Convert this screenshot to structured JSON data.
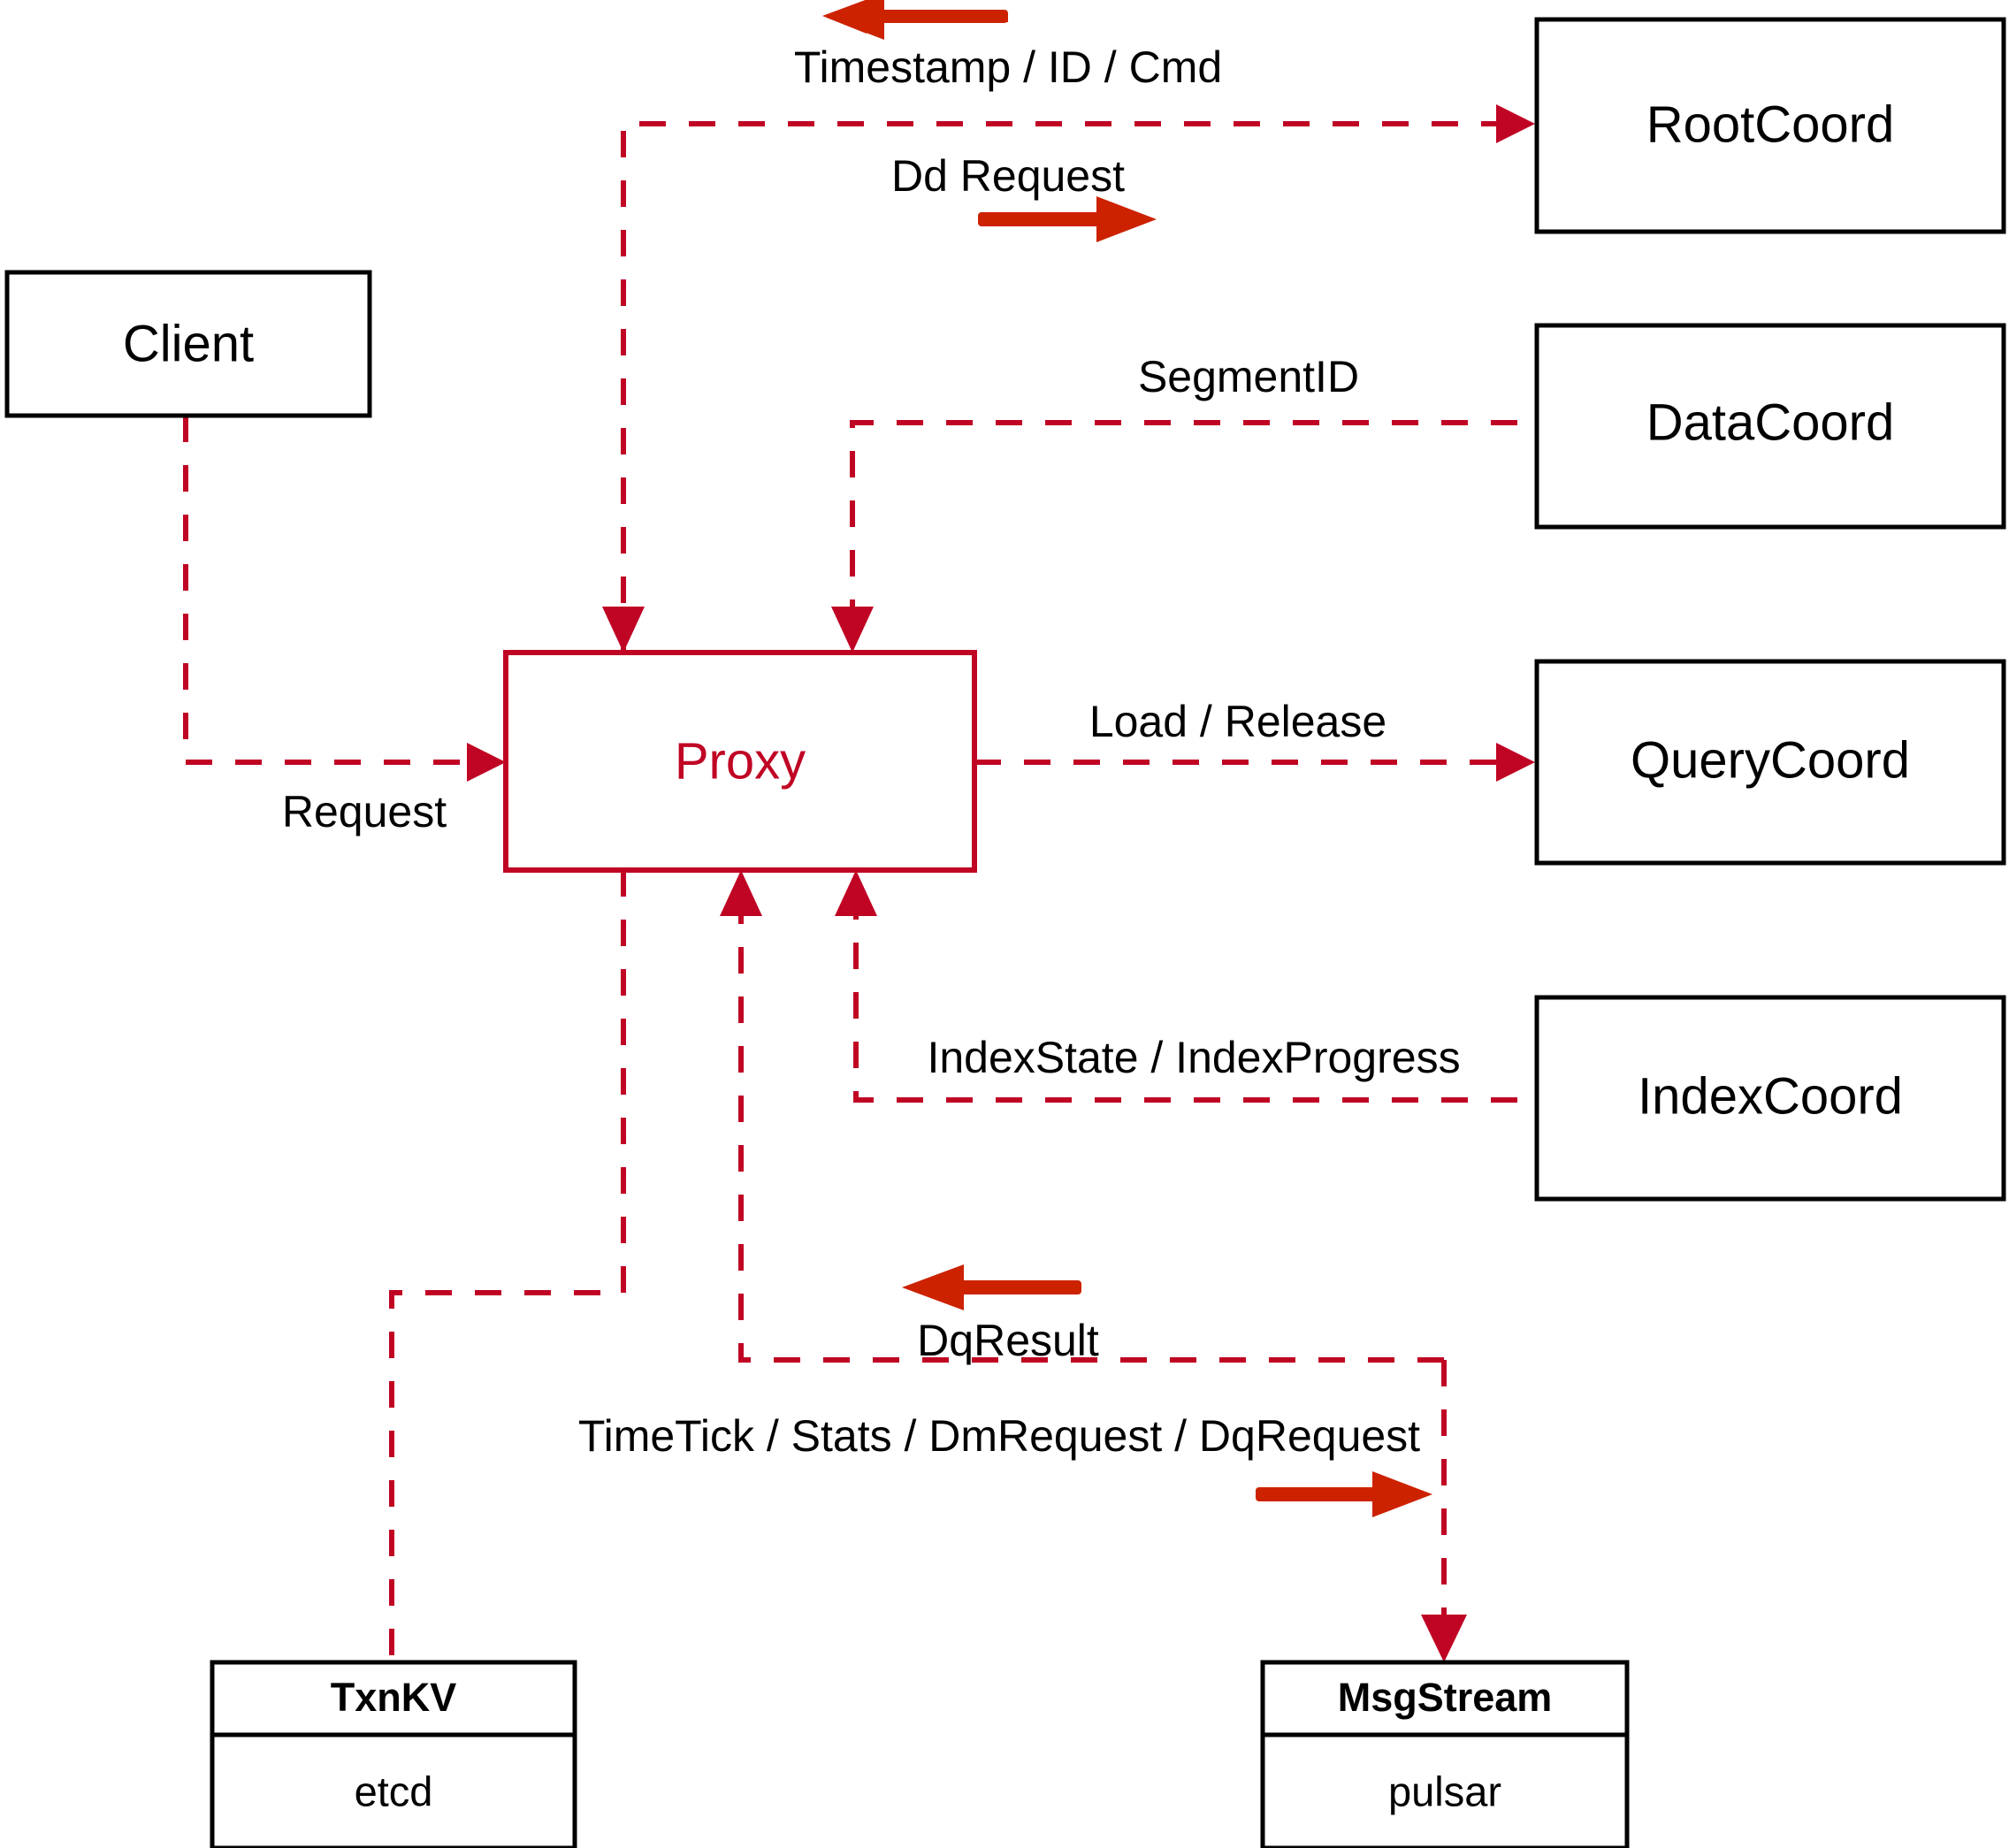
{
  "diagram": {
    "title": "Milvus Proxy interaction diagram",
    "colors": {
      "accent_red": "#c00424",
      "direction_arrow_red": "#cc2200",
      "node_stroke": "#000000",
      "background": "#ffffff"
    },
    "nodes": {
      "client": {
        "label": "Client"
      },
      "proxy": {
        "label": "Proxy"
      },
      "root_coord": {
        "label": "RootCoord"
      },
      "data_coord": {
        "label": "DataCoord"
      },
      "query_coord": {
        "label": "QueryCoord"
      },
      "index_coord": {
        "label": "IndexCoord"
      },
      "txn_kv": {
        "title": "TxnKV",
        "impl": "etcd"
      },
      "msg_stream": {
        "title": "MsgStream",
        "impl": "pulsar"
      }
    },
    "edges": [
      {
        "id": "timestamp-id-cmd",
        "label": "Timestamp / ID / Cmd",
        "from": "RootCoord",
        "to": "Proxy",
        "direction": "left"
      },
      {
        "id": "dd-request",
        "label": "Dd Request",
        "from": "Proxy",
        "to": "RootCoord",
        "direction": "right"
      },
      {
        "id": "segment-id",
        "label": "SegmentID",
        "from": "DataCoord",
        "to": "Proxy",
        "direction": "left"
      },
      {
        "id": "load-release",
        "label": "Load / Release",
        "from": "Proxy",
        "to": "QueryCoord",
        "direction": "right"
      },
      {
        "id": "index-state-progress",
        "label": "IndexState / IndexProgress",
        "from": "IndexCoord",
        "to": "Proxy",
        "direction": "left"
      },
      {
        "id": "dq-result",
        "label": "DqResult",
        "from": "MsgStream",
        "to": "Proxy",
        "direction": "left"
      },
      {
        "id": "timetick-stats",
        "label": "TimeTick / Stats / DmRequest / DqRequest",
        "from": "Proxy",
        "to": "MsgStream",
        "direction": "right"
      },
      {
        "id": "request",
        "label": "Request",
        "from": "Client",
        "to": "Proxy",
        "direction": "right"
      }
    ]
  }
}
